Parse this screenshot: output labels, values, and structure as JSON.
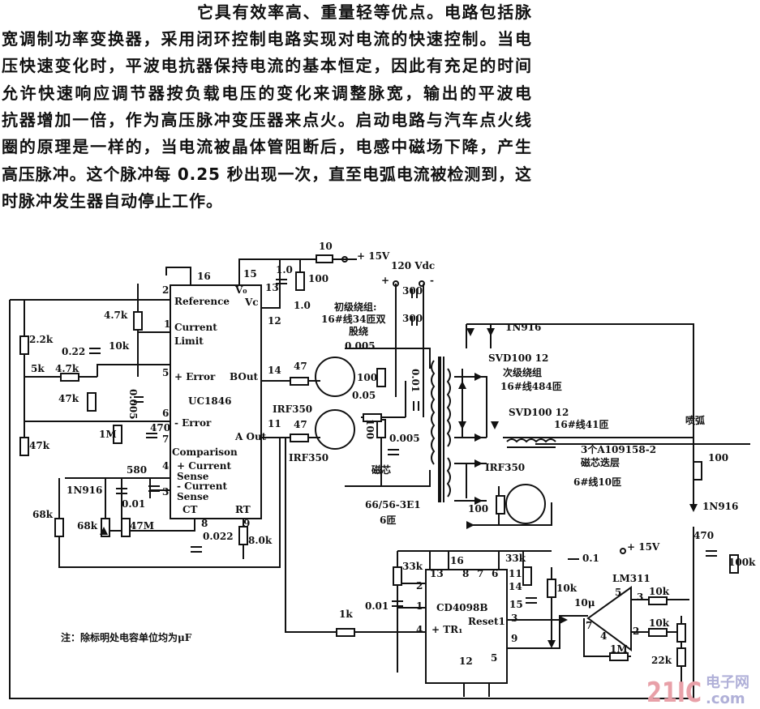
{
  "paragraph": [
    "它具有效率高、重量轻等优点。电路包括脉",
    "宽调制功率变换器，采用闭环控制电路实现对电流的快速控制。当电",
    "压快速变化时，平波电抗器保持电流的基本恒定，因此有充足的时间",
    "允许快速响应调节器按负载电压的变化来调整脉宽，输出的平波电",
    "抗器增加一倍，作为高压脉冲变压器来点火。启动电路与汽车点火线",
    "圈的原理是一样的，当电流被晶体管阻断后，电感中磁场下降，产生",
    "高压脉冲。这个脉冲每 0.25 秒出现一次，直至电弧电流被检测到，这",
    "时脉冲发生器自动停止工作。"
  ],
  "labels": [
    "16",
    "Reference",
    "2",
    "V₀",
    "Vc",
    "15",
    "13",
    "12",
    "1.0",
    "100",
    "1.0",
    "10",
    "+ 15V",
    "120 Vdc",
    "300",
    "300",
    "初级绕组:",
    "16#线34匝双",
    "股绕",
    "0.005",
    "Current",
    "Limit",
    "1",
    "4.7k",
    "2.2k",
    "0.22",
    "10k",
    "5k",
    "4.7k",
    "+ Error",
    "5",
    "BOut",
    "14",
    "47",
    "IRF350",
    "47k",
    "0.005",
    "- Error",
    "6",
    "1M",
    "470",
    "7",
    "A Out",
    "11",
    "47",
    "UC1846",
    "47k",
    "Comparison",
    "+ Current",
    "Sense",
    "- Current",
    "Sense",
    "CT",
    "RT",
    "580",
    "4",
    "3",
    "1N916",
    "0.01",
    "68k",
    "68k",
    "47M",
    "8",
    "0.022",
    "9",
    "8.0k",
    "IRF350",
    "磁芯",
    "100",
    "0.05",
    "0.01",
    "100",
    "0.005",
    "66/56-3E1",
    "6匝",
    "SVD100 12",
    "次级绕组",
    "16#线484匝",
    "1N916",
    "SVD100 12",
    "16#线41匝",
    "喷弧",
    "3个A109158-2",
    "磁芯迭层",
    "IRF350",
    "6#线10匝",
    "100",
    "100",
    "1N916",
    "470",
    "100k",
    "+ 15V",
    "0.1",
    "33k",
    "33k",
    "16",
    "13",
    "8",
    "7",
    "6",
    "11",
    "14",
    "2",
    "1",
    "0.01",
    "CD4098B",
    "Reset1",
    "+ TR₁",
    "4",
    "15",
    "3",
    "9",
    "12",
    "5",
    "1k",
    "10k",
    "10μ",
    "LM311",
    "5",
    "3",
    "7",
    "2",
    "4",
    "10k",
    "10k",
    "1M",
    "22k",
    "注：除标明处电容单位均为μF",
    "+",
    "-"
  ],
  "watermark": {
    "brand": "21IC",
    "cn": "电子网",
    "domain": ".com",
    "color": "#e8a0a8",
    "color2": "#b0b0d8"
  }
}
